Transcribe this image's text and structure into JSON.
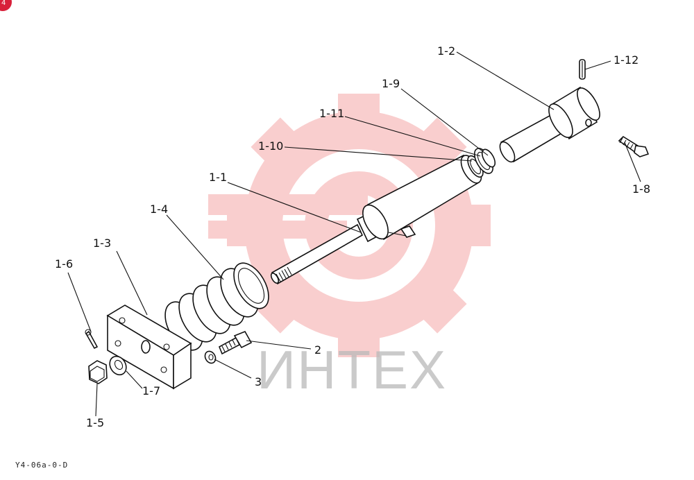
{
  "corner_badge": "4",
  "watermark_text": "ИНТЕХ",
  "footer_code": "Y4-06a-0-D",
  "colors": {
    "watermark": "#f4a6a6",
    "badge": "#d8203a",
    "line": "#111111"
  },
  "labels": {
    "p1_1": "1-1",
    "p1_2": "1-2",
    "p1_3": "1-3",
    "p1_4": "1-4",
    "p1_5": "1-5",
    "p1_6": "1-6",
    "p1_7": "1-7",
    "p1_8": "1-8",
    "p1_9": "1-9",
    "p1_10": "1-10",
    "p1_11": "1-11",
    "p1_12": "1-12",
    "p2": "2",
    "p3": "3"
  }
}
